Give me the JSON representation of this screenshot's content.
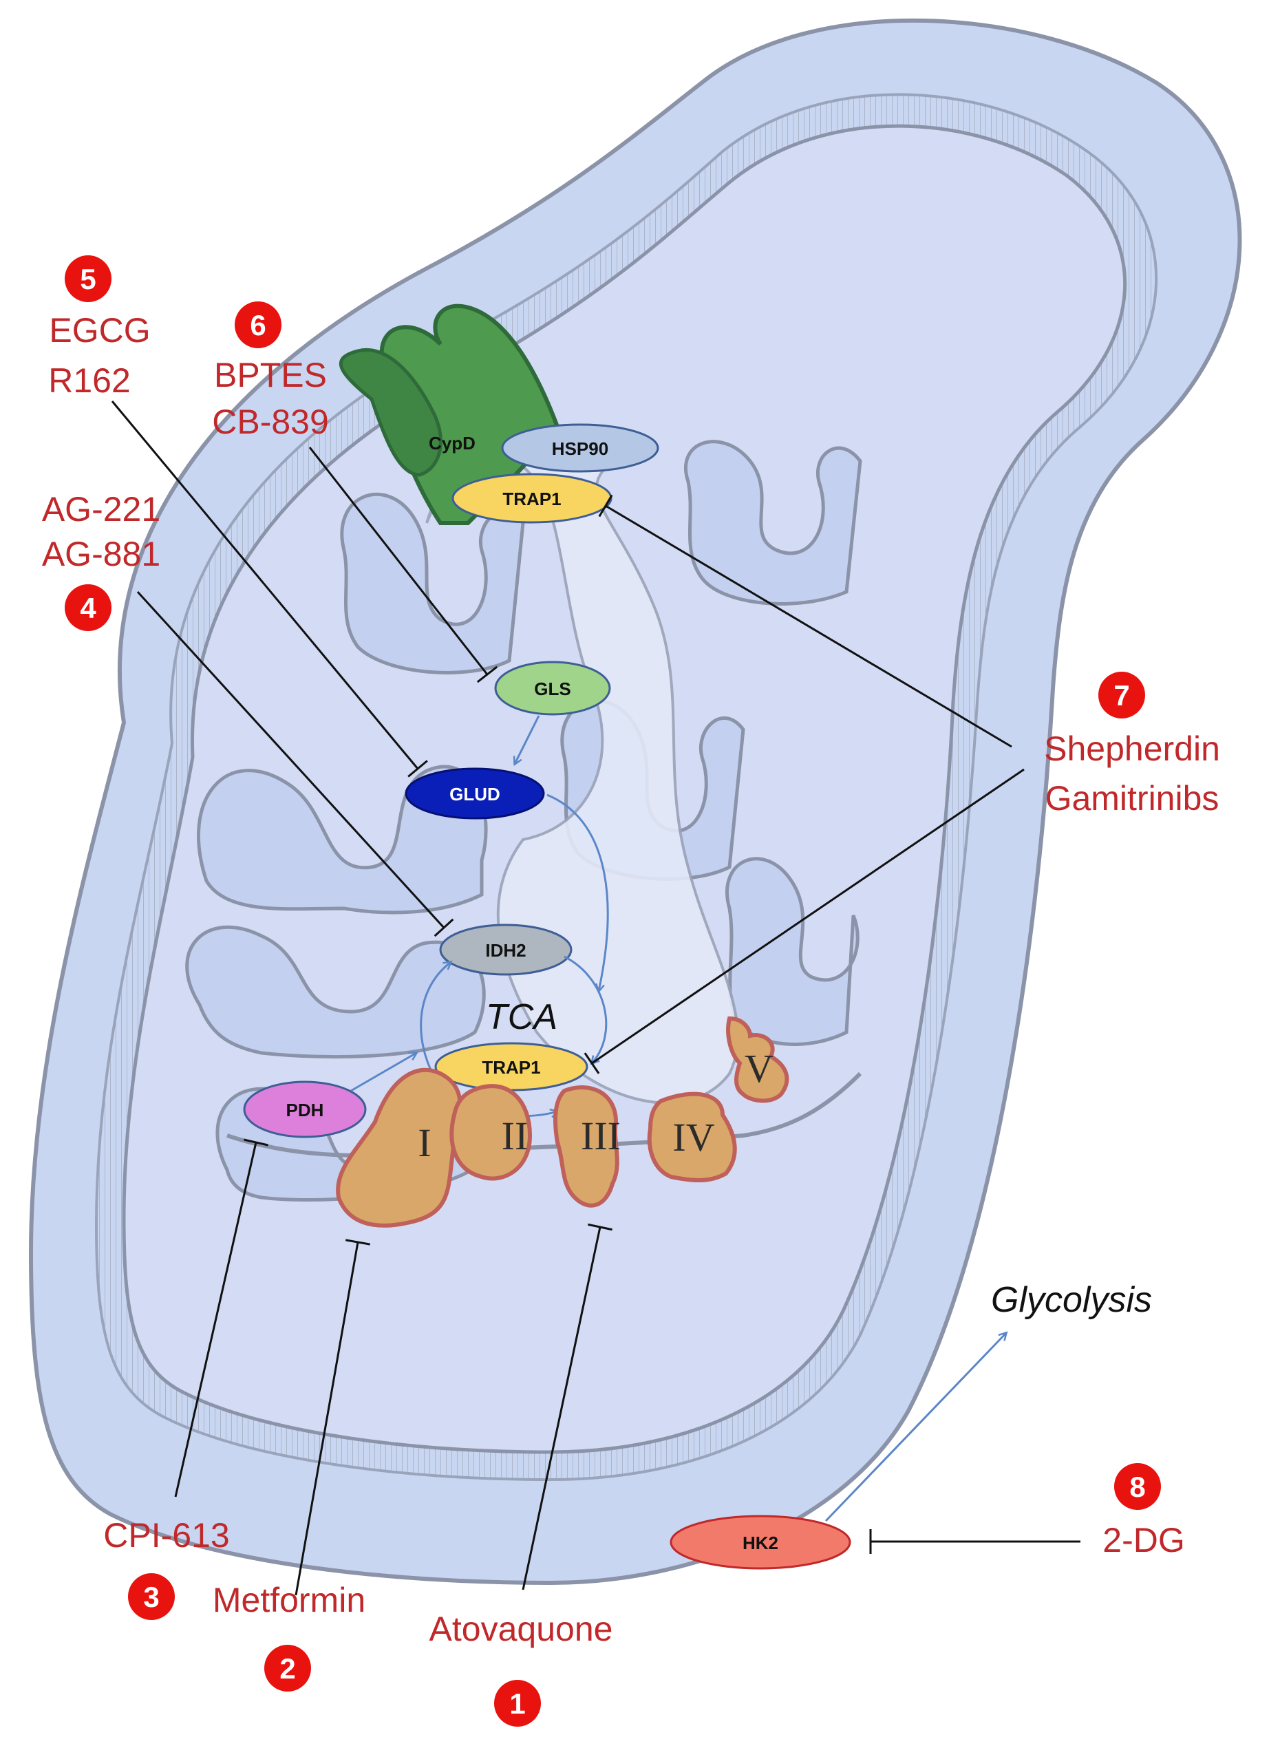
{
  "title": "",
  "enzymes": {
    "cypd": "CypD",
    "hsp90": "HSP90",
    "trap1_top": "TRAP1",
    "gls": "GLS",
    "glud": "GLUD",
    "idh2": "IDH2",
    "trap1_tca": "TRAP1",
    "pdh": "PDH",
    "hk2": "HK2"
  },
  "labels": {
    "tca": "TCA",
    "glycolysis": "Glycolysis"
  },
  "complexes": [
    "I",
    "II",
    "III",
    "IV",
    "V"
  ],
  "drugs": [
    {
      "number": "1",
      "names": [
        "Atovaquone"
      ]
    },
    {
      "number": "2",
      "names": [
        "Metformin"
      ]
    },
    {
      "number": "3",
      "names": [
        "CPI-613"
      ]
    },
    {
      "number": "4",
      "names": [
        "AG-221",
        "AG-881"
      ]
    },
    {
      "number": "5",
      "names": [
        "EGCG",
        "R162"
      ]
    },
    {
      "number": "6",
      "names": [
        "BPTES",
        "CB-839"
      ]
    },
    {
      "number": "7",
      "names": [
        "Shepherdin",
        "Gamitrinibs"
      ]
    },
    {
      "number": "8",
      "names": [
        "2-DG"
      ]
    }
  ],
  "colors": {
    "drug_text": "#c0282a",
    "badge": "#e8120f",
    "mito_fill": "#c9d6f2",
    "mito_stroke": "#8a93a8",
    "gls": "#9fd48a",
    "glud": "#0a1fb8",
    "idh2": "#aeb6bf",
    "trap1": "#f7d560",
    "hsp90": "#b4c8e6",
    "pdh": "#dd80db",
    "hk2": "#f27a6a",
    "complex": "#d9a769",
    "cypd": "#4e9a4e",
    "arrow_blue": "#5b86c8"
  }
}
